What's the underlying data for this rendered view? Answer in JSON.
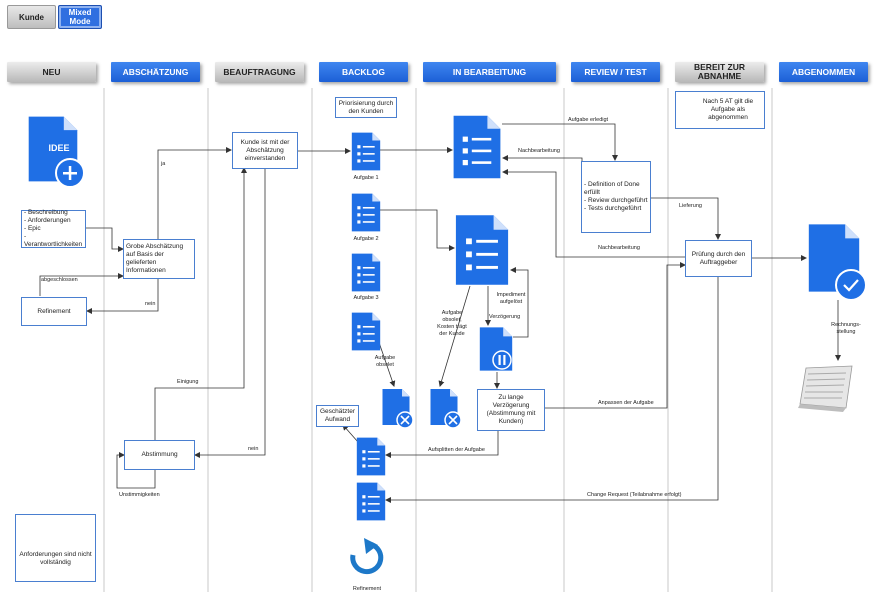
{
  "tabs": {
    "kunde": "Kunde",
    "mixed": "Mixed Mode"
  },
  "columns": [
    "NEU",
    "ABSCHÄTZUNG",
    "BEAUFTRAGUNG",
    "BACKLOG",
    "IN BEARBEITUNG",
    "REVIEW / TEST",
    "BEREIT ZUR ABNAHME",
    "ABGENOMMEN"
  ],
  "icons": {
    "idea": "IDEE"
  },
  "boxes": {
    "beschreibung": "- Beschreibung\n- Anforderungen\n- Epic\n- Verantwortlichkeiten",
    "refinement": "Refinement",
    "grobe": "Grobe Abschätzung auf Basis der gelieferten Informationen",
    "abstimmung": "Abstimmung",
    "kunde_einverstanden": "Kunde ist mit der Abschätzung einverstanden",
    "priorisierung": "Priorisierung durch den Kunden",
    "geschaetzter": "Geschätzter Aufwand",
    "definition": "- Definition of Done erfüllt\n- Review durchgeführt\n- Tests durchgeführt",
    "zu_lange": "Zu lange Verzögerung (Abstimmung mit Kunden)",
    "pruefung": "Prüfung durch den Auftraggeber",
    "nach5": "Nach 5 AT gilt die Aufgabe als abgenommen",
    "anforderungen": "Anforderungen sind nicht vollständig"
  },
  "labels": {
    "ja": "ja",
    "nein1": "nein",
    "nein2": "nein",
    "einigung": "Einigung",
    "abgeschlossen": "abgeschlossen",
    "unstimmigkeiten": "Unstimmigkeiten",
    "aufgabe1": "Aufgabe 1",
    "aufgabe2": "Aufgabe 2",
    "aufgabe3": "Aufgabe 3",
    "aufgabe_obsolet": "Aufgabe obsolet",
    "aufgabe_obsolet_kosten": "Aufgabe obsolet, Kosten trägt der Kunde",
    "refinement_icon": "Refinement",
    "aufgabe_erledigt": "Aufgabe erledigt",
    "nachbearbeitung1": "Nachbearbeitung",
    "nachbearbeitung2": "Nachbearbeitung",
    "impediment": "Impediment aufgelöst",
    "verzoegerung": "Verzögerung",
    "lieferung": "Lieferung",
    "anpassen": "Anpassen der Aufgabe",
    "aufsplitten": "Aufsplitten der Aufgabe",
    "change_request": "Change Request (Teilabnahme erfolgt)",
    "rechnung": "Rechnungs-stellung"
  },
  "colors": {
    "blue": "#1f6fe5",
    "header_blue": "#2a6fe0",
    "line": "#333333"
  }
}
